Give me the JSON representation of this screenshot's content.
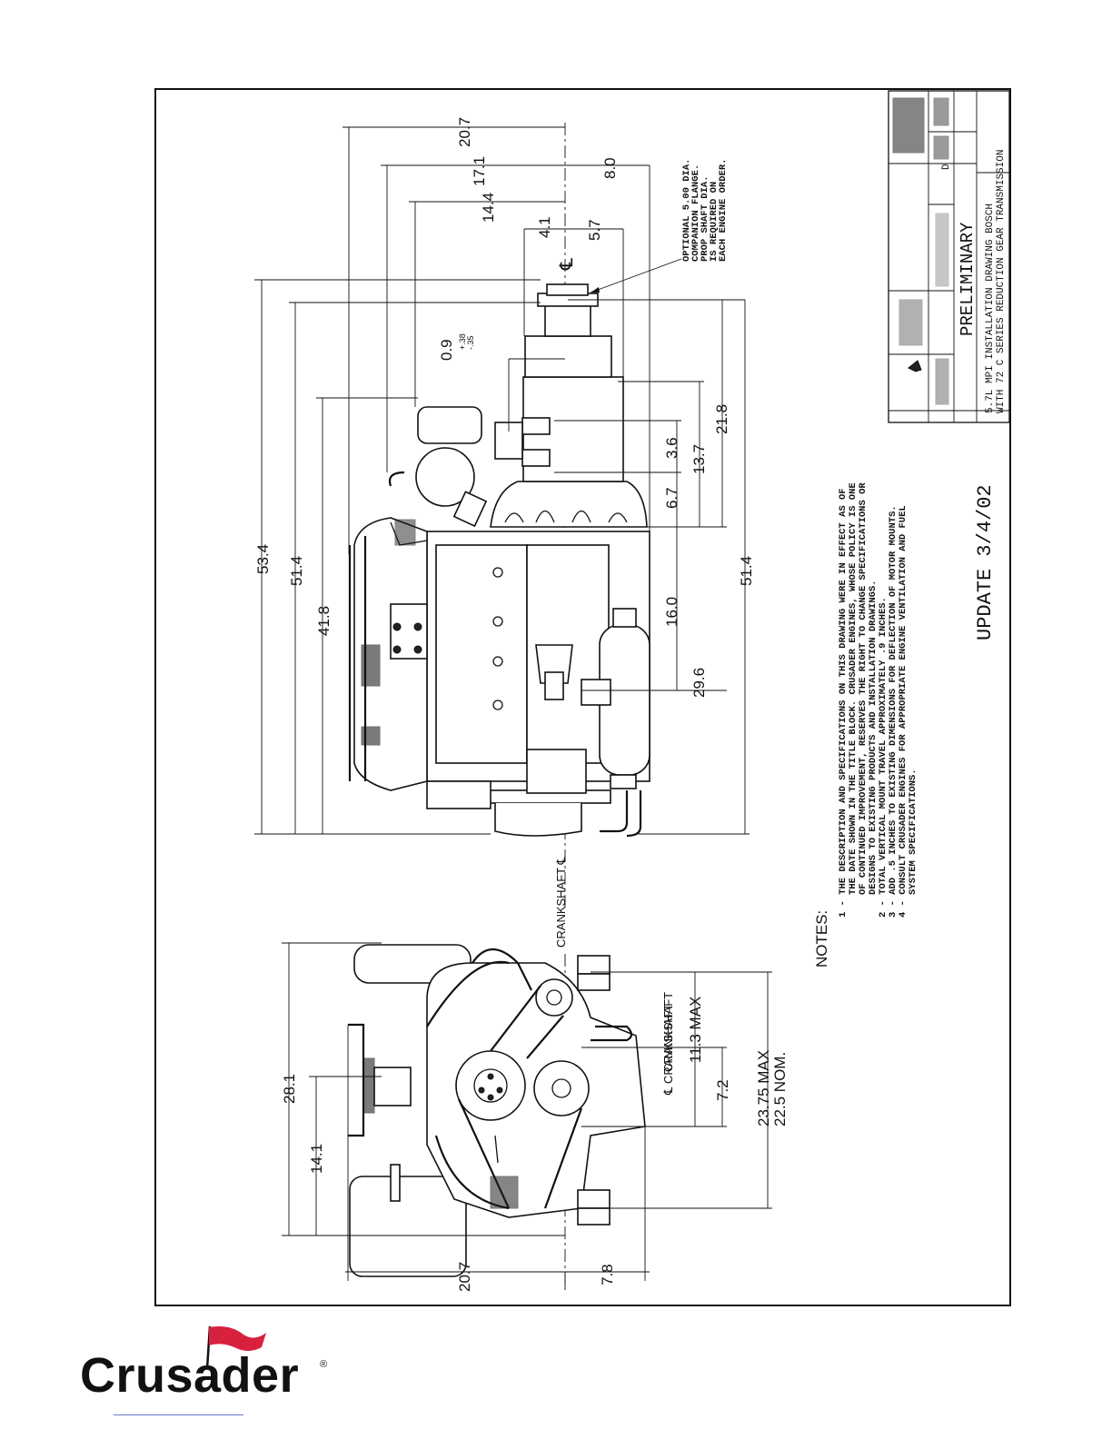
{
  "dimensions": {
    "top_20_7": "20.7",
    "top_17_1": "17.1",
    "top_14_4": "14.4",
    "top_8_0": "8.0",
    "top_4_1": "4.1",
    "top_5_7": "5.7",
    "tol_0_9": "0.9",
    "tol_plus": "+.38",
    "tol_minus": "-.35",
    "right_3_6": "3.6",
    "right_6_7": "6.7",
    "right_13_7": "13.7",
    "right_21_8": "21.8",
    "right_16_0": "16.0",
    "right_29_6": "29.6",
    "right_51_4": "51.4",
    "left_53_4": "53.4",
    "left_51_4": "51.4",
    "left_41_8": "41.8",
    "front_28_1": "28.1",
    "front_14_1": "14.1",
    "front_20_7": "20.7",
    "front_7_8": "7.8",
    "front_11_3": "11.3 MAX",
    "front_7_2": "7.2",
    "front_23_75": "23.75 MAX",
    "front_22_5": "22.5 NOM."
  },
  "labels": {
    "crankshaft_side": "CRANKSHAFT ℄",
    "crankshaft_front_1": "CRANKSHAFT",
    "crankshaft_front_2": "℄ CRANKSHAFT",
    "centerline_mark": "℄",
    "flange_note_1": "OPTIONAL 5.00 DIA.",
    "flange_note_2": "COMPANION FLANGE.",
    "flange_note_3": "PROP SHAFT DIA.",
    "flange_note_4": "IS REQUIRED ON",
    "flange_note_5": "EACH ENGINE ORDER."
  },
  "notes": {
    "heading": "NOTES:",
    "n1a": "1 -  THE DESCRIPTION AND SPECIFICATIONS ON THIS DRAWING WERE IN EFFECT AS OF",
    "n1b": "THE DATE SHOWN IN THE TITLE BLOCK. CRUSADER ENGINES, WHOSE POLICY IS ONE",
    "n1c": "OF CONTINUED IMPROVEMENT, RESERVES THE RIGHT TO CHANGE SPECIFICATIONS OR",
    "n1d": "DESIGNS TO EXISTING PRODUCTS AND INSTALLATION DRAWINGS.",
    "n2": "2 -  TOTAL VERTICAL MOUNT TRAVEL APPROXIMATELY .9 INCHES.",
    "n3": "3 -  ADD .5 INCHES TO EXISTING DIMENSIONS FOR DEFLECTION OF MOTOR MOUNTS.",
    "n4a": "4 -  CONSULT CRUSADER ENGINES FOR APPROPRIATE ENGINE VENTILATION AND FUEL",
    "n4b": "SYSTEM SPECIFICATIONS."
  },
  "update": "UPDATE 3/4/02",
  "title_block": {
    "status": "PRELIMINARY",
    "title_1": "5.7L MPI INSTALLATION DRAWING  BOSCH",
    "title_2": "WITH 72 C SERIES REDUCTION GEAR TRANSMISSION",
    "rev": "D"
  },
  "brand": {
    "name": "Crusader",
    "reg": "®",
    "flag_color": "#d8213f"
  }
}
